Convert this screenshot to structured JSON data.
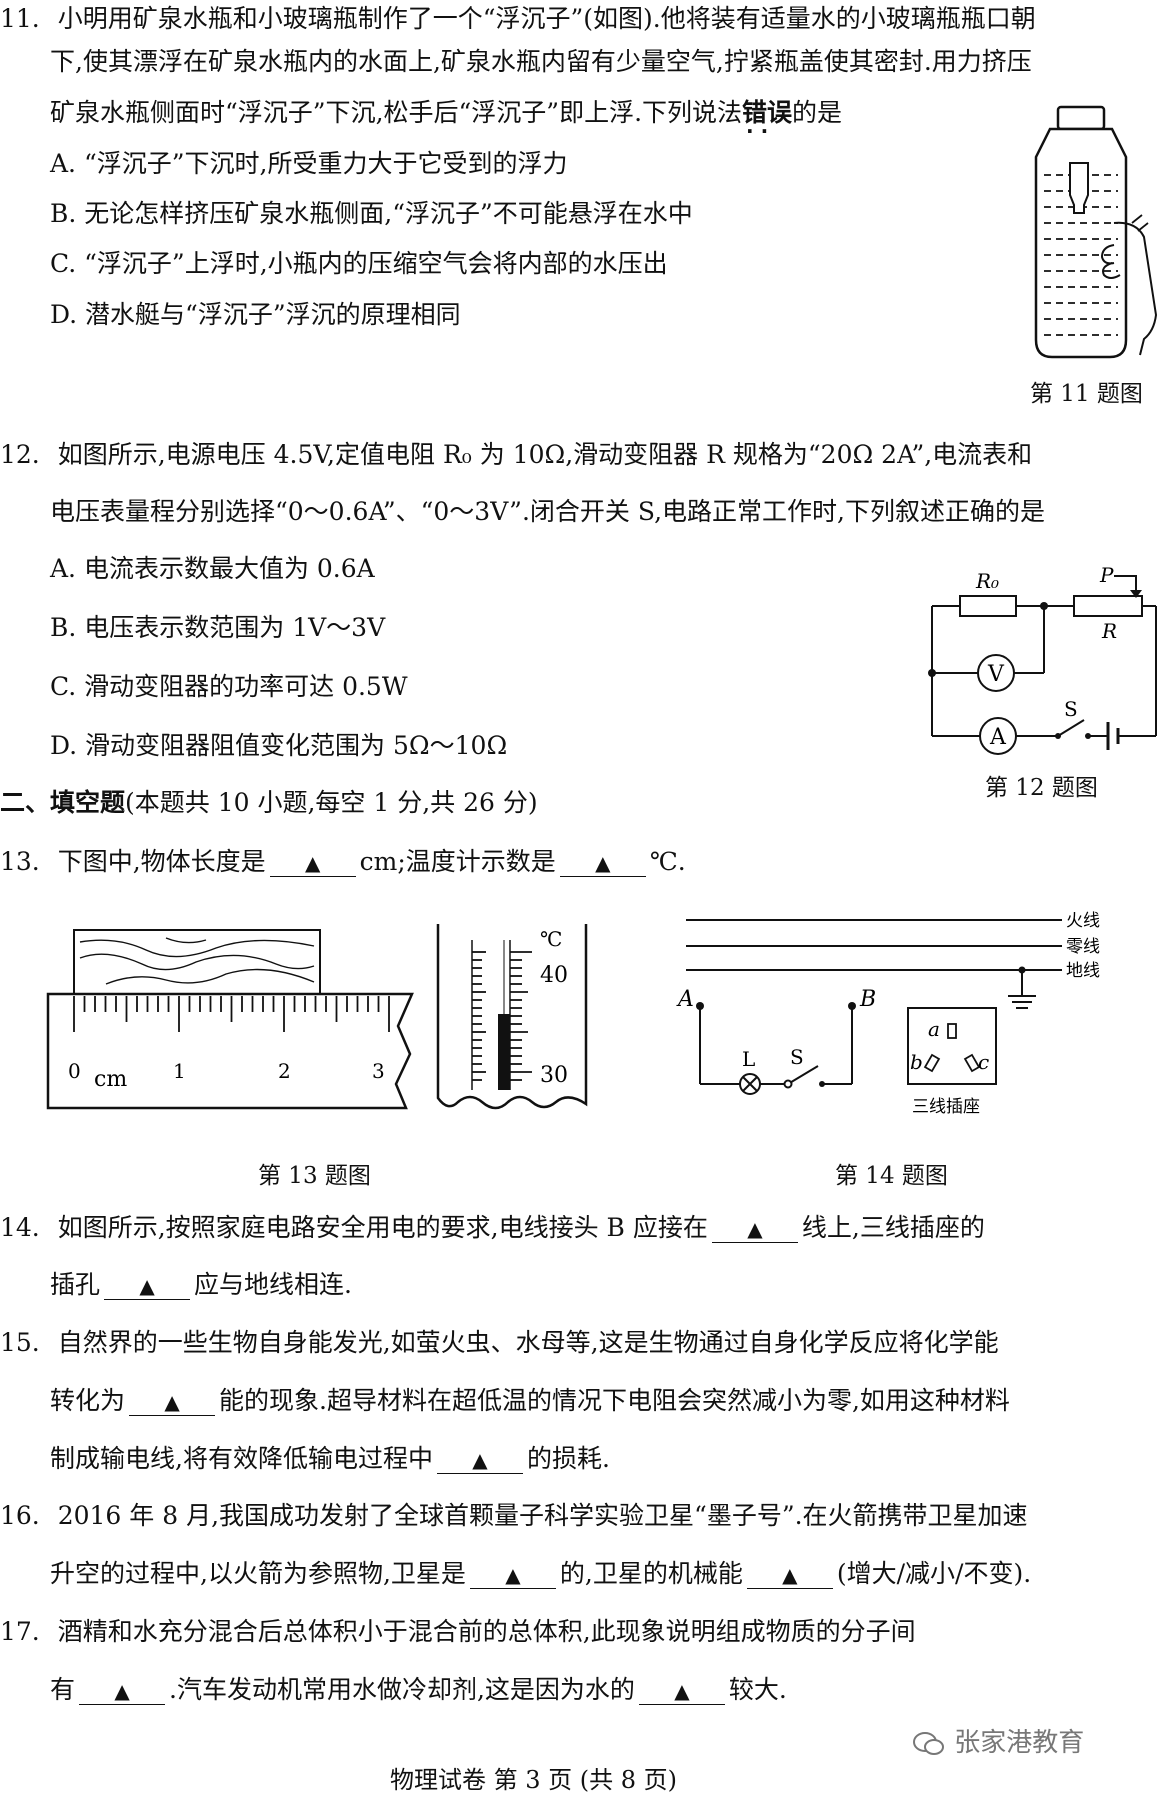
{
  "q11": {
    "num": "11.",
    "line1": "小明用矿泉水瓶和小玻璃瓶制作了一个“浮沉子”(如图).他将装有适量水的小玻璃瓶瓶口朝",
    "line2": "下,使其漂浮在矿泉水瓶内的水面上,矿泉水瓶内留有少量空气,拧紧瓶盖使其密封.用力挤压",
    "line3_pre": "矿泉水瓶侧面时“浮沉子”下沉,松手后“浮沉子”即上浮.下列说法",
    "line3_emph": "错误",
    "line3_post": "的是",
    "options": [
      "A. “浮沉子”下沉时,所受重力大于它受到的浮力",
      "B. 无论怎样挤压矿泉水瓶侧面,“浮沉子”不可能悬浮在水中",
      "C. “浮沉子”上浮时,小瓶内的压缩空气会将内部的水压出",
      "D. 潜水艇与“浮沉子”浮沉的原理相同"
    ],
    "caption": "第 11 题图"
  },
  "q12": {
    "num": "12.",
    "line1": "如图所示,电源电压 4.5V,定值电阻 R₀ 为 10Ω,滑动变阻器 R 规格为“20Ω  2A”,电流表和",
    "line2": "电压表量程分别选择“0～0.6A”、“0～3V”.闭合开关 S,电路正常工作时,下列叙述正确的是",
    "options": [
      "A. 电流表示数最大值为 0.6A",
      "B. 电压表示数范围为 1V～3V",
      "C. 滑动变阻器的功率可达 0.5W",
      "D. 滑动变阻器阻值变化范围为 5Ω～10Ω"
    ],
    "circuit": {
      "r0": "R₀",
      "r": "R",
      "p": "P",
      "v": "V",
      "a": "A",
      "s": "S"
    },
    "caption": "第 12 题图"
  },
  "section2": {
    "title": "二、填空题",
    "note": "(本题共 10 小题,每空 1 分,共 26 分)"
  },
  "blank_mark": "▲",
  "q13": {
    "num": "13.",
    "pre": "下图中,物体长度是",
    "mid": "cm;温度计示数是",
    "post": "℃.",
    "ruler": {
      "ticks": [
        "0",
        "1",
        "2",
        "3"
      ],
      "unit": "cm"
    },
    "thermo": {
      "unit": "℃",
      "t40": "40",
      "t30": "30"
    },
    "caption": "第 13 题图"
  },
  "q14fig": {
    "fire": "火线",
    "zero": "零线",
    "ground": "地线",
    "a": "A",
    "b": "B",
    "l": "L",
    "s": "S",
    "sa": "a",
    "sb": "b",
    "sc": "c",
    "socket": "三线插座",
    "caption": "第 14 题图"
  },
  "q14": {
    "num": "14.",
    "l1_pre": "如图所示,按照家庭电路安全用电的要求,电线接头 B 应接在",
    "l1_post": "线上,三线插座的",
    "l2_pre": "插孔",
    "l2_post": "应与地线相连."
  },
  "q15": {
    "num": "15.",
    "l1": "自然界的一些生物自身能发光,如萤火虫、水母等,这是生物通过自身化学反应将化学能",
    "l2_pre": "转化为",
    "l2_post": "能的现象.超导材料在超低温的情况下电阻会突然减小为零,如用这种材料",
    "l3_pre": "制成输电线,将有效降低输电过程中",
    "l3_post": "的损耗."
  },
  "q16": {
    "num": "16.",
    "l1": "2016 年 8 月,我国成功发射了全球首颗量子科学实验卫星“墨子号”.在火箭携带卫星加速",
    "l2_pre": "升空的过程中,以火箭为参照物,卫星是",
    "l2_mid": "的,卫星的机械能",
    "l2_post": "(增大/减小/不变)."
  },
  "q17": {
    "num": "17.",
    "l1": "酒精和水充分混合后总体积小于混合前的总体积,此现象说明组成物质的分子间",
    "l2_pre": "有",
    "l2_mid": ".汽车发动机常用水做冷却剂,这是因为水的",
    "l2_post": "较大."
  },
  "footer": "物理试卷  第 3 页 (共 8 页)",
  "watermark": "张家港教育"
}
